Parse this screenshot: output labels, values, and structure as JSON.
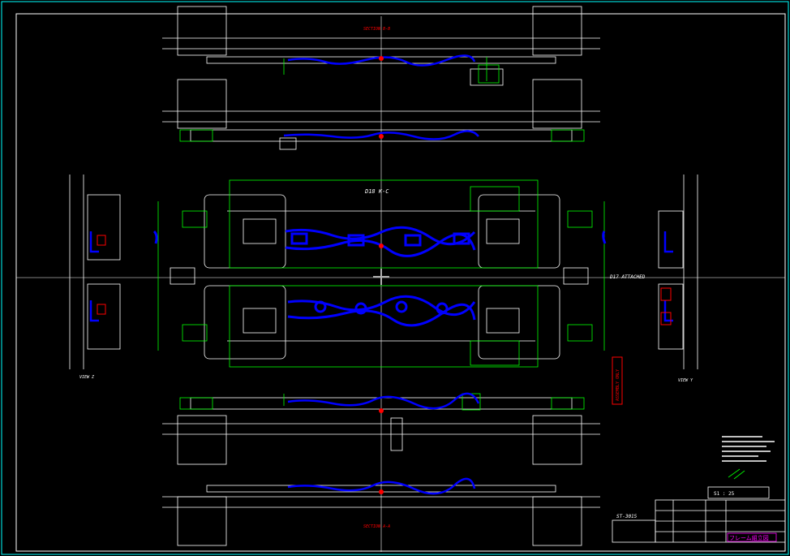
{
  "drawing": {
    "section_top": "SECTION B-B",
    "section_bottom": "SECTION A-A",
    "detail_label": "D18 K-C",
    "detail_right": "D17 ATTACHED",
    "view_left": "VIEW Z",
    "view_right": "VIEW Y",
    "stamp_vertical": "ASSEMBLY ONLY",
    "drawing_number": "ST-3015",
    "scale_text": "S1 : 25",
    "title_block_name": "フレーム組立図"
  },
  "colors": {
    "background": "#000000",
    "outline": "#ffffff",
    "dimension": "#00ff00",
    "part": "#0000ff",
    "center": "#ff0000",
    "frame": "#00ffff",
    "note": "#ff0000",
    "title_highlight": "#ff00ff"
  },
  "icons": {
    "crosshair": "crosshair-cursor-icon",
    "center_mark": "center-point-icon"
  }
}
